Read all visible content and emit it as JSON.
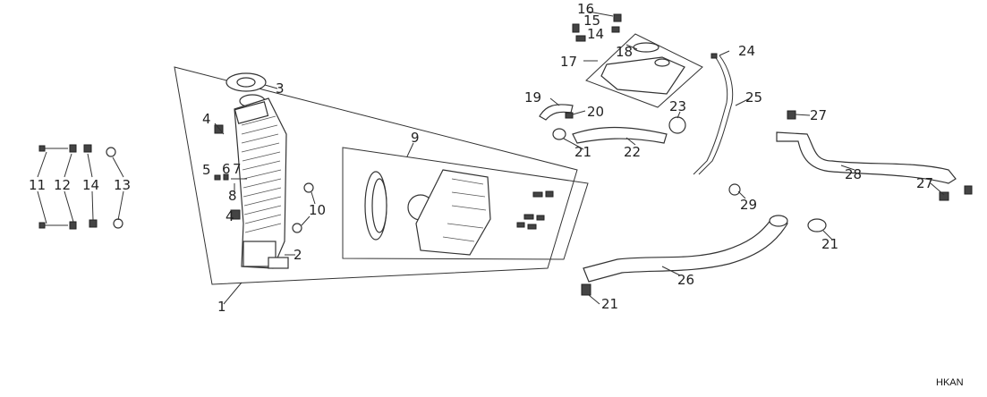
{
  "labels": [
    "1",
    "2",
    "3",
    "4",
    "4",
    "5",
    "6",
    "7",
    "8",
    "9",
    "10",
    "11",
    "12",
    "13",
    "14",
    "14",
    "15",
    "16",
    "17",
    "18",
    "19",
    "20",
    "21",
    "21",
    "21",
    "22",
    "23",
    "24",
    "25",
    "26",
    "27",
    "27",
    "28",
    "29"
  ],
  "model_code": "HKAN"
}
